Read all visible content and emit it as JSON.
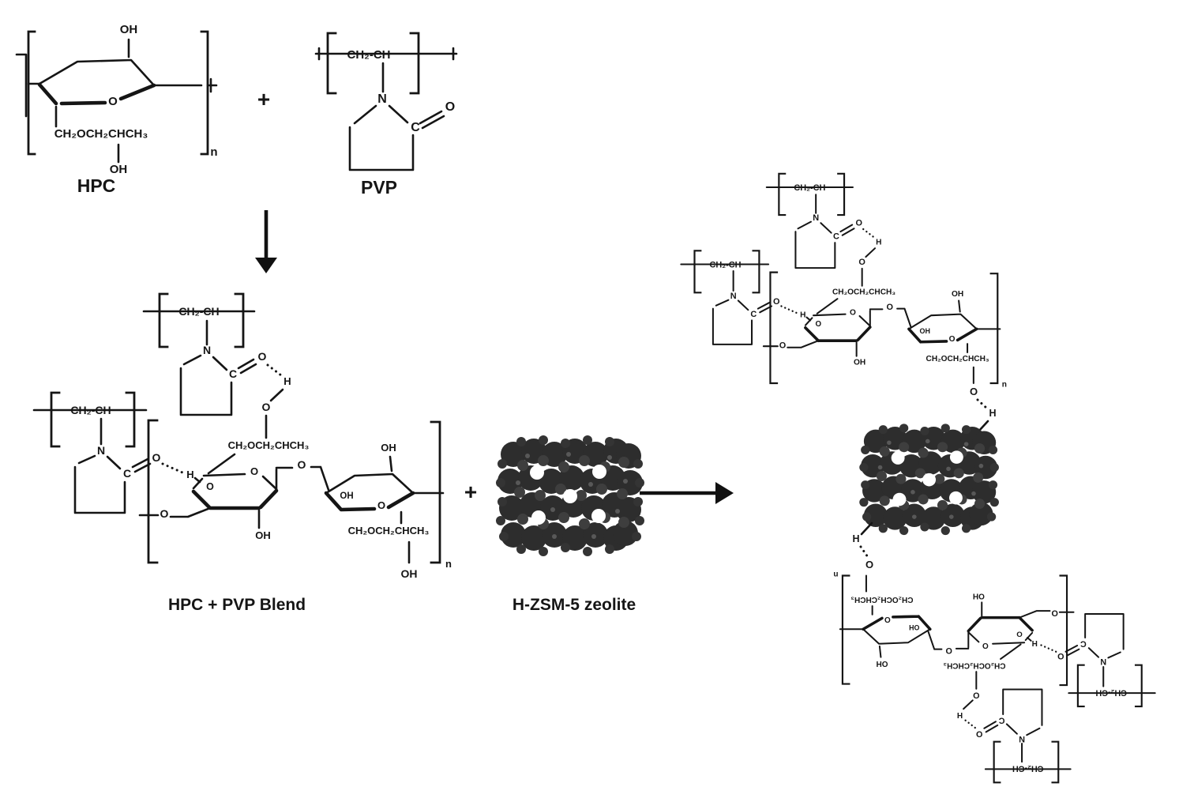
{
  "figure": {
    "reactant1_label": "HPC",
    "reactant2_label": "PVP",
    "blend_label": "HPC + PVP Blend",
    "zeolite_label": "H-ZSM-5 zeolite",
    "plus_sign": "+",
    "repeat_subscript": "n"
  },
  "formula_labels": {
    "pvp_backbone": "CH₂-CH",
    "hydroxypropyl_chain": "CH₂OCH₂CHCH₃",
    "hydroxyl": "OH",
    "oxygen": "O",
    "nitrogen": "N",
    "carbon": "C",
    "hydrogen": "H"
  },
  "colors": {
    "ink": "#151515",
    "background": "#ffffff",
    "zeolite_dark": "#2d2d2d"
  }
}
